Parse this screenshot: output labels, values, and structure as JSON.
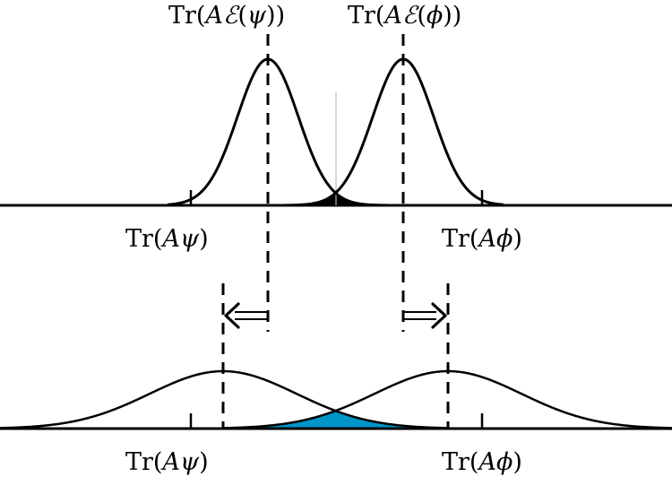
{
  "labels": {
    "top_left": {
      "prefix": "Tr(",
      "op": "A",
      "script": "ℰ",
      "open": "(",
      "state": "ψ",
      "close": "))"
    },
    "top_right": {
      "prefix": "Tr(",
      "op": "A",
      "script": "ℰ",
      "open": "(",
      "state": "ϕ",
      "close": "))"
    },
    "mid_left": {
      "prefix": "Tr(",
      "op": "A",
      "state": "ψ",
      "close": ")"
    },
    "mid_right": {
      "prefix": "Tr(",
      "op": "A",
      "state": "ϕ",
      "close": ")"
    },
    "bottom_left": {
      "prefix": "Tr(",
      "op": "A",
      "state": "ψ",
      "close": ")"
    },
    "bottom_right": {
      "prefix": "Tr(",
      "op": "A",
      "state": "ϕ",
      "close": ")"
    }
  },
  "colors": {
    "line": "#000000",
    "top_overlap_fill": "#000000",
    "bottom_overlap_fill": "#0096c8"
  }
}
